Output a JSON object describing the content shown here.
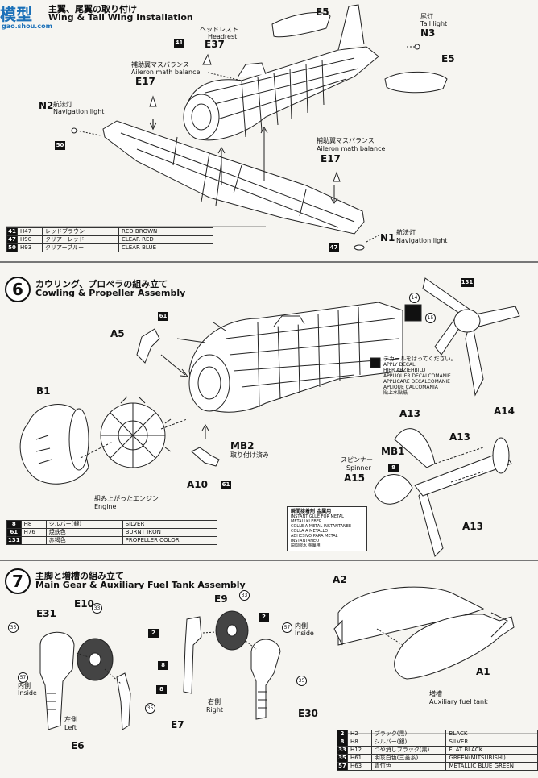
{
  "watermark": {
    "text": "模型",
    "site": "gao.shou.com"
  },
  "step5": {
    "title_jp": "主翼、尾翼の取り付け",
    "title_en": "Wing & Tail Wing Installation",
    "parts": {
      "e5_top": "E5",
      "e5_right": "E5",
      "tail_light_jp": "尾灯",
      "tail_light_en": "Tail light",
      "n3": "N3",
      "headrest_jp": "ヘッドレスト",
      "headrest_en": "Headrest",
      "e37": "E37",
      "aileron_jp": "補助翼マスバランス",
      "aileron_en": "Aileron math balance",
      "e17_left": "E17",
      "aileron2_jp": "補助翼マスバランス",
      "aileron2_en": "Aileron math balance",
      "e17_right": "E17",
      "nav_jp": "航法灯",
      "nav_en": "Navigation light",
      "n2": "N2",
      "nav2_jp": "航法灯",
      "nav2_en": "Navigation light",
      "n1": "N1",
      "badge41": "41",
      "badge50": "50",
      "badge47": "47"
    },
    "colors": [
      {
        "code": "41",
        "h": "H47",
        "jp": "レッドブラウン",
        "en": "RED BROWN"
      },
      {
        "code": "47",
        "h": "H90",
        "jp": "クリアーレッド",
        "en": "CLEAR RED"
      },
      {
        "code": "50",
        "h": "H93",
        "jp": "クリアーブルー",
        "en": "CLEAR BLUE"
      }
    ]
  },
  "step6": {
    "num": "6",
    "title_jp": "カウリング、プロペラの組み立て",
    "title_en": "Cowling & Propeller Assembly",
    "parts": {
      "a5": "A5",
      "b1": "B1",
      "mb2": "MB2",
      "mb2_note": "取り付け済み",
      "a10": "A10",
      "engine_jp": "組み上がったエンジン",
      "engine_en": "Engine",
      "a13_a": "A13",
      "a13_b": "A13",
      "a13_c": "A13",
      "a14": "A14",
      "mb1": "MB1",
      "spinner_jp": "スピンナー",
      "spinner_en": "Spinner",
      "a15": "A15",
      "badge61a": "61",
      "badge61b": "61",
      "badge131": "131",
      "badge8": "8",
      "c14": "14",
      "c15": "15"
    },
    "decal": {
      "jp": "デカールをはってください。",
      "lines": [
        "APPLY DECAL",
        "HIER ABZIEHBILD",
        "APPLIQUER DECALCOMANIE",
        "APPLICARE DECALCOMANIE",
        "APLIQUE CALCOMANIA",
        "貼上水貼紙"
      ]
    },
    "notice": {
      "title": "瞬間接着剤 金属用",
      "lines": [
        "INSTANT GLUE FOR METAL",
        "METALLKLEBER",
        "COLLE A METAL INSTANTANEE",
        "COLLA A METALLO",
        "ADHESIVO PARA METAL INSTANTANEO",
        "瞬間膠水 金屬用"
      ]
    },
    "colors": [
      {
        "code": "8",
        "h": "H8",
        "jp": "シルバー(銀)",
        "en": "SILVER"
      },
      {
        "code": "61",
        "h": "H76",
        "jp": "焼鉄色",
        "en": "BURNT IRON"
      },
      {
        "code": "131",
        "h": "",
        "jp": "赤褐色",
        "en": "PROPELLER COLOR"
      }
    ]
  },
  "step7": {
    "num": "7",
    "title_jp": "主脚と増槽の組み立て",
    "title_en": "Main Gear & Auxiliary Fuel Tank Assembly",
    "parts": {
      "e31": "E31",
      "e10": "E10",
      "e9": "E9",
      "e30": "E30",
      "e6": "E6",
      "e7": "E7",
      "a1": "A1",
      "a2": "A2",
      "left_jp": "左側",
      "left_en": "Left",
      "right_jp": "右側",
      "right_en": "Right",
      "inside_jp_l": "内側",
      "inside_en_l": "Inside",
      "inside_jp_r": "内側",
      "inside_en_r": "Inside",
      "tank_jp": "増槽",
      "tank_en": "Auxiliary fuel tank",
      "b35a": "35",
      "b35b": "35",
      "b35c": "35",
      "b33a": "33",
      "b33b": "33",
      "b2a": "2",
      "b2b": "2",
      "b8a": "8",
      "b8b": "8",
      "b57a": "57",
      "b57b": "57"
    },
    "colors": [
      {
        "code": "2",
        "h": "H2",
        "jp": "ブラック(黒)",
        "en": "BLACK"
      },
      {
        "code": "8",
        "h": "H8",
        "jp": "シルバー(銀)",
        "en": "SILVER"
      },
      {
        "code": "33",
        "h": "H12",
        "jp": "つや消しブラック(黒)",
        "en": "FLAT BLACK"
      },
      {
        "code": "35",
        "h": "H61",
        "jp": "明灰白色(三菱系)",
        "en": "GREEN(MITSUBISHI)"
      },
      {
        "code": "57",
        "h": "H63",
        "jp": "青竹色",
        "en": "METALLIC BLUE GREEN"
      }
    ]
  }
}
